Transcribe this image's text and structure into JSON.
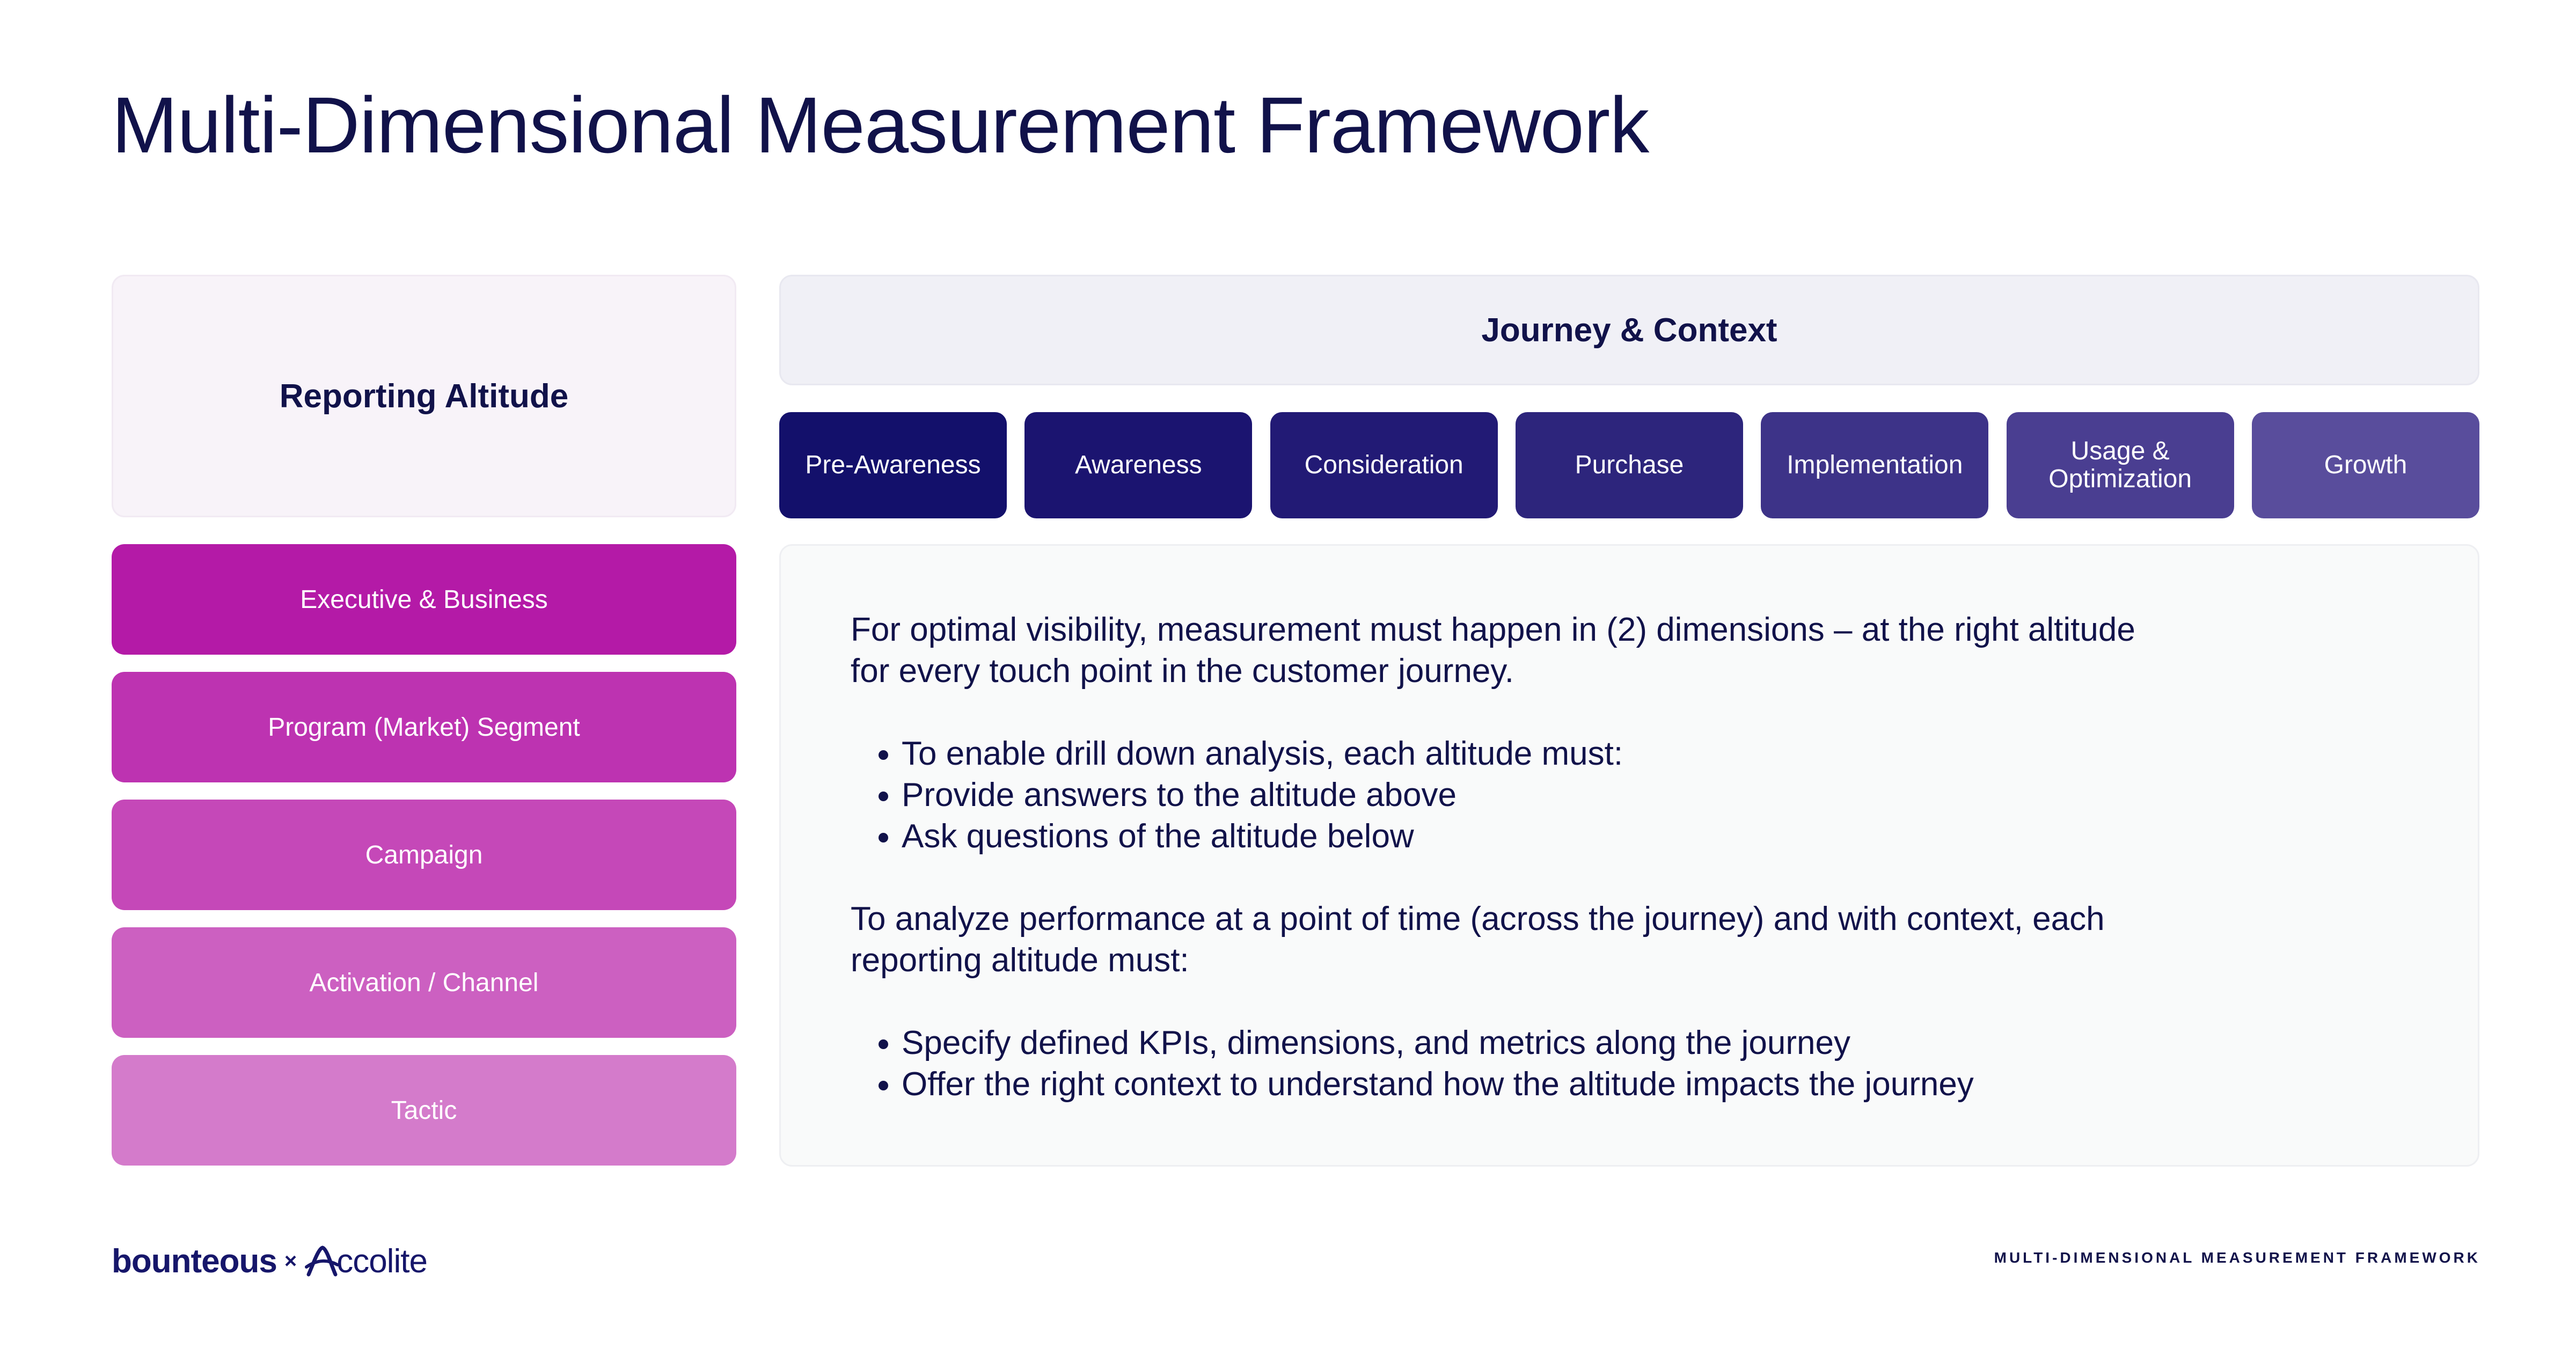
{
  "title": "Multi-Dimensional Measurement Framework",
  "altitude": {
    "header": "Reporting Altitude",
    "levels": [
      {
        "label": "Executive & Business",
        "color": "#b41aa7"
      },
      {
        "label": "Program (Market) Segment",
        "color": "#bd33b1"
      },
      {
        "label": "Campaign",
        "color": "#c548b8"
      },
      {
        "label": "Activation / Channel",
        "color": "#cc60c1"
      },
      {
        "label": "Tactic",
        "color": "#d47bcb"
      }
    ]
  },
  "journey": {
    "header": "Journey & Context",
    "stages": [
      {
        "label": "Pre-Awareness",
        "color": "#13106b"
      },
      {
        "label": "Awareness",
        "color": "#1b1470"
      },
      {
        "label": "Consideration",
        "color": "#221a75"
      },
      {
        "label": "Purchase",
        "color": "#2d257c"
      },
      {
        "label": "Implementation",
        "color": "#3d3388"
      },
      {
        "label": "Usage &\nOptimization",
        "color": "#4a3e91"
      },
      {
        "label": "Growth",
        "color": "#594d9c"
      }
    ]
  },
  "content": {
    "intro": "For optimal visibility, measurement must happen in (2) dimensions – at the right altitude for every touch point in the customer journey.",
    "bullets_1": [
      "To enable drill down analysis, each altitude must:",
      "Provide answers to the altitude above",
      "Ask questions of the altitude below"
    ],
    "paragraph_2": "To analyze performance at a point of time (across the journey) and with context, each reporting altitude must:",
    "bullets_2": [
      "Specify defined KPIs, dimensions, and metrics along the journey",
      "Offer the right context to understand how the altitude impacts the journey"
    ]
  },
  "footer": {
    "logo_left": "bounteous",
    "logo_separator": "×",
    "logo_right": "ccolite",
    "label": "MULTI-DIMENSIONAL MEASUREMENT FRAMEWORK"
  }
}
